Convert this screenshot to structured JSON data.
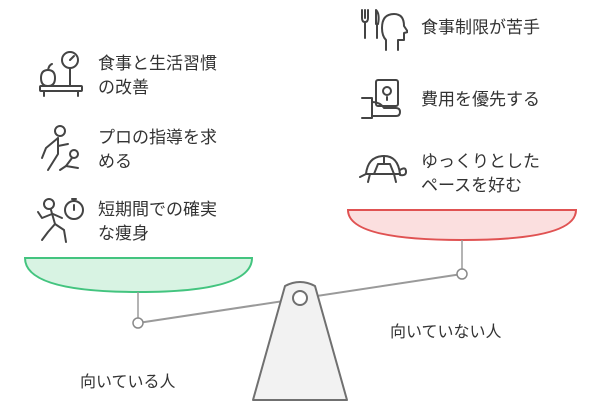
{
  "left_side": {
    "caption": "向いている人",
    "pan_color": "#43c47f",
    "pan_fill": "#d8f3e3",
    "items": [
      {
        "icon": "apple-weighing-scale-icon",
        "lines": [
          "食事と生活習慣",
          "の改善"
        ]
      },
      {
        "icon": "trainer-coaching-person-icon",
        "lines": [
          "プロの指導を求",
          "める"
        ]
      },
      {
        "icon": "running-person-stopwatch-icon",
        "lines": [
          "短期間での確実",
          "な痩身"
        ]
      }
    ]
  },
  "right_side": {
    "caption": "向いていない人",
    "pan_color": "#e05252",
    "pan_fill": "#fbdfdf",
    "items": [
      {
        "icon": "head-fork-knife-icon",
        "lines": [
          "食事制限が苦手"
        ]
      },
      {
        "icon": "wallet-receipt-icon",
        "lines": [
          "費用を優先する"
        ]
      },
      {
        "icon": "turtle-icon",
        "lines": [
          "ゆっくりとした",
          "ペースを好む"
        ]
      }
    ]
  }
}
